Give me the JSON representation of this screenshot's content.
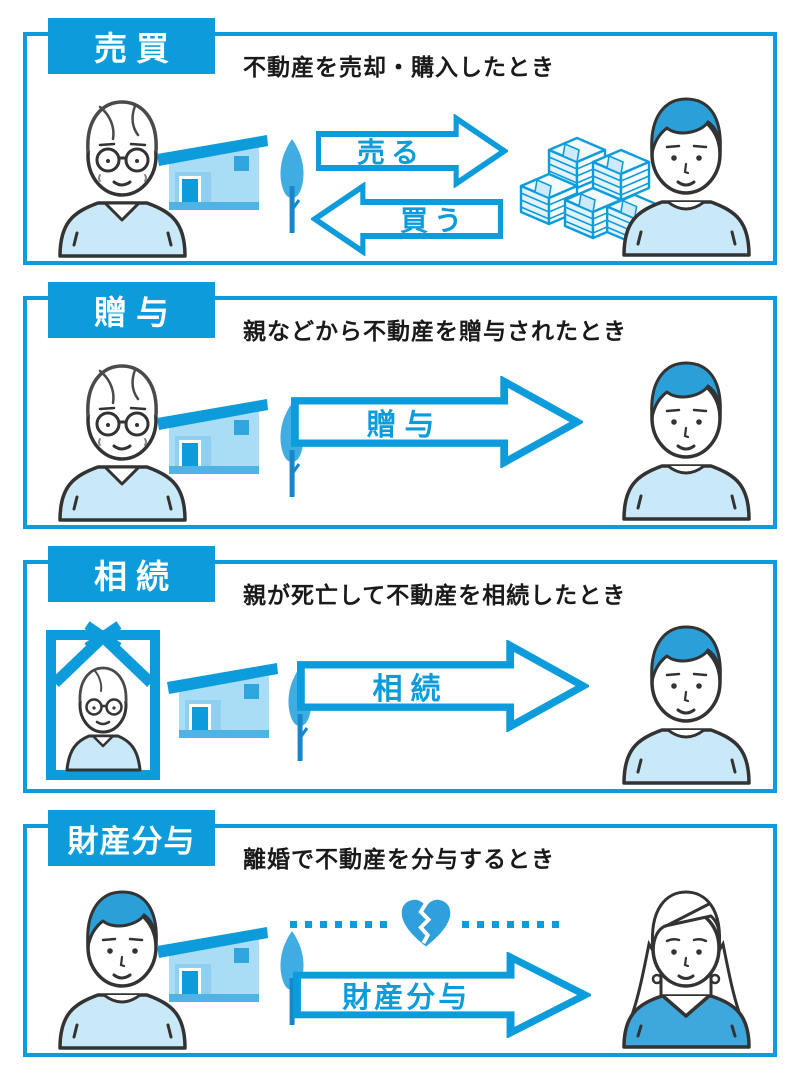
{
  "colors": {
    "primary_blue": "#0d9cdb",
    "mid_blue": "#3face2",
    "light_blue": "#a9dcf5",
    "lighter_blue": "#c9e8f8",
    "outline_dark": "#333333",
    "text_black": "#1a1a1a",
    "white": "#ffffff"
  },
  "panels": [
    {
      "title": "売買",
      "description": "不動産を売却・購入したとき",
      "left_figure": "elderly-man with house and tree",
      "right_figure": "young-man with money stacks",
      "arrows": [
        {
          "label": "売る",
          "direction": "right"
        },
        {
          "label": "買う",
          "direction": "left"
        }
      ]
    },
    {
      "title": "贈与",
      "description": "親などから不動産を贈与されたとき",
      "left_figure": "elderly-man with house and tree",
      "right_figure": "young-man",
      "arrows": [
        {
          "label": "贈与",
          "direction": "right"
        }
      ]
    },
    {
      "title": "相続",
      "description": "親が死亡して不動産を相続したとき",
      "left_figure": "memorial-photo of elderly-man with house and tree",
      "right_figure": "young-man",
      "arrows": [
        {
          "label": "相続",
          "direction": "right"
        }
      ]
    },
    {
      "title": "財産分与",
      "description": "離婚で不動産を分与するとき",
      "left_figure": "young-man with house and tree",
      "right_figure": "woman",
      "divider": "dotted line with broken heart",
      "arrows": [
        {
          "label": "財産分与",
          "direction": "right"
        }
      ]
    }
  ]
}
